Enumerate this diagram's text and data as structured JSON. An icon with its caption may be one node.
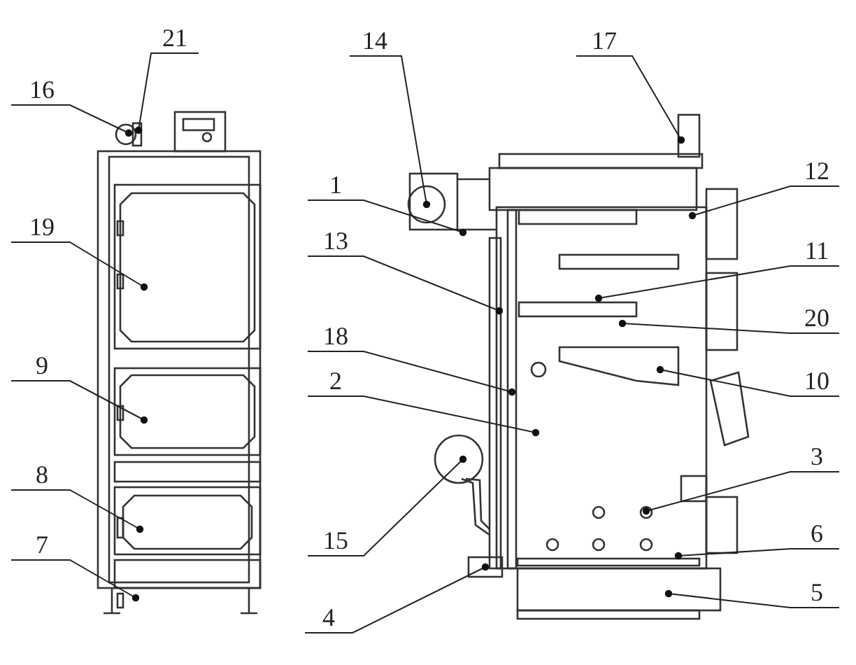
{
  "diagram": {
    "nodes": [
      {
        "text": [
          "21"
        ]
      },
      {
        "text": [
          "14"
        ]
      },
      {
        "text": [
          "17"
        ]
      },
      {
        "text": [
          "16"
        ]
      },
      {
        "text": [
          "1"
        ]
      },
      {
        "text": [
          "12"
        ]
      },
      {
        "text": [
          "19"
        ]
      },
      {
        "text": [
          "13"
        ]
      },
      {
        "text": [
          "11"
        ]
      },
      {
        "text": [
          "20"
        ]
      },
      {
        "text": [
          "18"
        ]
      },
      {
        "text": [
          "10"
        ]
      },
      {
        "text": [
          "9"
        ]
      },
      {
        "text": [
          "2"
        ]
      },
      {
        "text": [
          "3"
        ]
      },
      {
        "text": [
          "15"
        ]
      },
      {
        "text": [
          "8"
        ]
      },
      {
        "text": [
          "6"
        ]
      },
      {
        "text": [
          "7"
        ]
      },
      {
        "text": [
          "5"
        ]
      },
      {
        "text": [
          "4"
        ]
      }
    ],
    "edges": [
      {
        "from": 0,
        "to": null,
        "arrow": "other"
      },
      {
        "from": 1,
        "to": null,
        "arrow": "other"
      },
      {
        "from": 2,
        "to": null,
        "arrow": "other"
      },
      {
        "from": 3,
        "to": null,
        "arrow": "other"
      },
      {
        "from": 4,
        "to": null,
        "arrow": "other"
      },
      {
        "from": 5,
        "to": null,
        "arrow": "other"
      },
      {
        "from": 6,
        "to": null,
        "arrow": "other"
      },
      {
        "from": 7,
        "to": null,
        "arrow": "other"
      },
      {
        "from": 8,
        "to": null,
        "arrow": "other"
      },
      {
        "from": 9,
        "to": null,
        "arrow": "other"
      },
      {
        "from": 10,
        "to": null,
        "arrow": "other"
      },
      {
        "from": 11,
        "to": null,
        "arrow": "other"
      },
      {
        "from": 12,
        "to": null,
        "arrow": "other"
      },
      {
        "from": 13,
        "to": null,
        "arrow": "other"
      },
      {
        "from": 14,
        "to": null,
        "arrow": "other"
      },
      {
        "from": 15,
        "to": null,
        "arrow": "other"
      },
      {
        "from": 16,
        "to": null,
        "arrow": "other"
      },
      {
        "from": 17,
        "to": null,
        "arrow": "other"
      },
      {
        "from": 18,
        "to": null,
        "arrow": "other"
      },
      {
        "from": 19,
        "to": null,
        "arrow": "other"
      },
      {
        "from": 20,
        "to": null,
        "arrow": "other"
      }
    ]
  }
}
